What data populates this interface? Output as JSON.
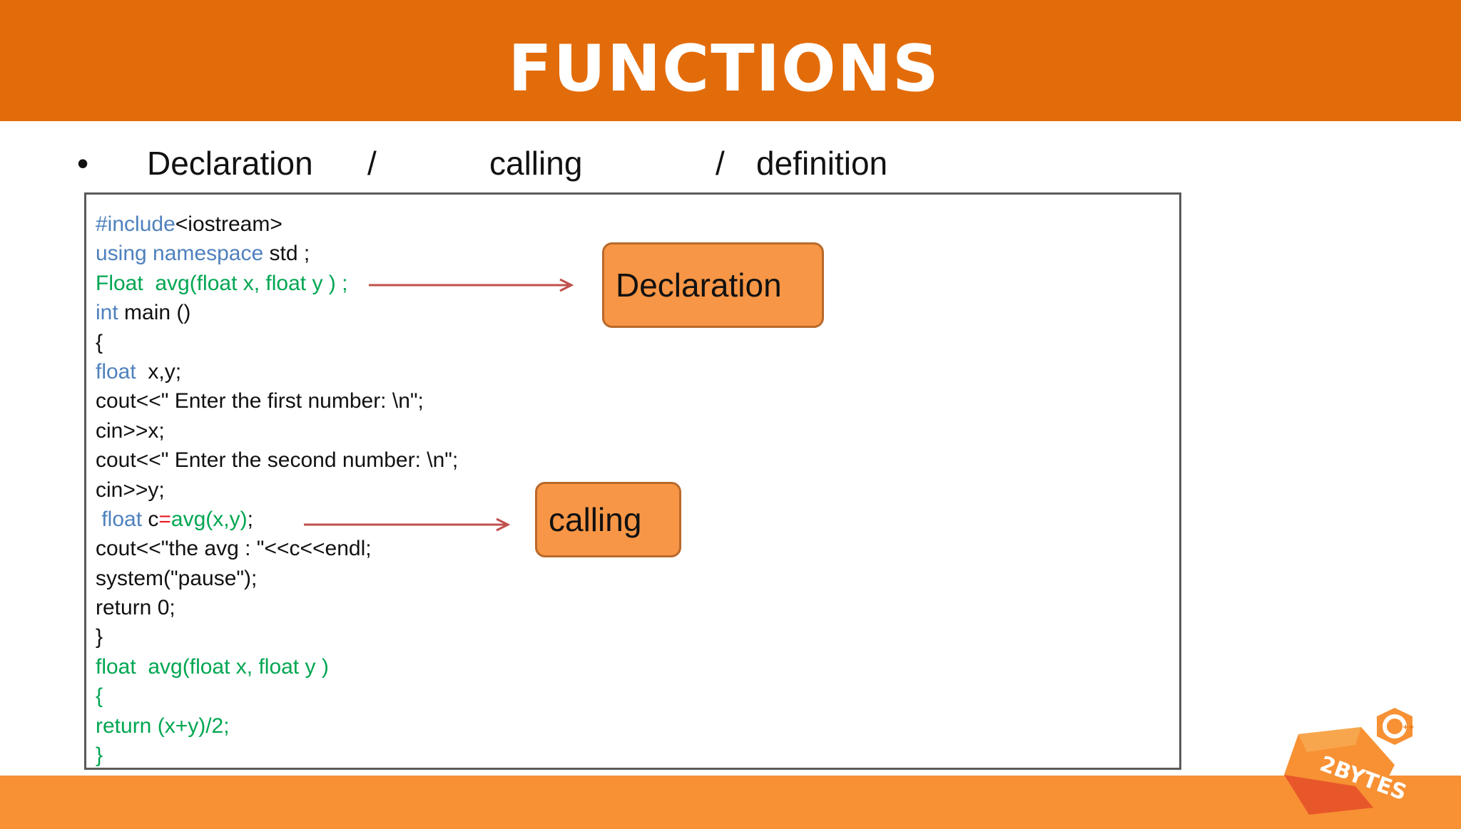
{
  "header": {
    "title": "FUNCTIONS"
  },
  "subtitle": {
    "bullet": "•",
    "items": [
      "Declaration",
      "/",
      "calling",
      "/",
      "definition"
    ]
  },
  "code": {
    "lines": [
      [
        {
          "t": "#include",
          "c": "kw"
        },
        {
          "t": "<iostream>",
          "c": ""
        }
      ],
      [
        {
          "t": "using namespace",
          "c": "kw"
        },
        {
          "t": " std ;",
          "c": ""
        }
      ],
      [
        {
          "t": "Float  avg(float x, float y ) ;",
          "c": "gr"
        }
      ],
      [
        {
          "t": "int",
          "c": "kw"
        },
        {
          "t": " main ()",
          "c": ""
        }
      ],
      [
        {
          "t": "{",
          "c": ""
        }
      ],
      [
        {
          "t": "float",
          "c": "kw"
        },
        {
          "t": "  x,y;",
          "c": ""
        }
      ],
      [
        {
          "t": "cout<<\" Enter the first number: \\n\";",
          "c": ""
        }
      ],
      [
        {
          "t": "cin>>x;",
          "c": ""
        }
      ],
      [
        {
          "t": "cout<<\" Enter the second number: \\n\";",
          "c": ""
        }
      ],
      [
        {
          "t": "cin>>y;",
          "c": ""
        }
      ],
      [
        {
          "t": " float",
          "c": "kw"
        },
        {
          "t": " c",
          "c": ""
        },
        {
          "t": "=",
          "c": "rd"
        },
        {
          "t": "avg(x,y)",
          "c": "gr"
        },
        {
          "t": ";",
          "c": ""
        }
      ],
      [
        {
          "t": "cout<<\"the avg : \"<<c<<endl;",
          "c": ""
        }
      ],
      [
        {
          "t": "system(\"pause\");",
          "c": ""
        }
      ],
      [
        {
          "t": "return 0;",
          "c": ""
        }
      ],
      [
        {
          "t": "}",
          "c": ""
        }
      ],
      [
        {
          "t": "float  avg(float x, float y )",
          "c": "gr"
        }
      ],
      [
        {
          "t": "{",
          "c": "gr"
        }
      ],
      [
        {
          "t": "return (x+y)/2;",
          "c": "gr"
        }
      ],
      [
        {
          "t": "}",
          "c": "gr"
        }
      ]
    ]
  },
  "callouts": {
    "declaration": "Declaration",
    "calling": "calling"
  },
  "logo": {
    "text": "2BYTES",
    "badge": "C++"
  },
  "colors": {
    "header": "#e36c0a",
    "footer": "#f79134",
    "callout_fill": "#f79646",
    "keyword": "#4f81bd",
    "green": "#00a651",
    "arrow": "#c0504d"
  }
}
